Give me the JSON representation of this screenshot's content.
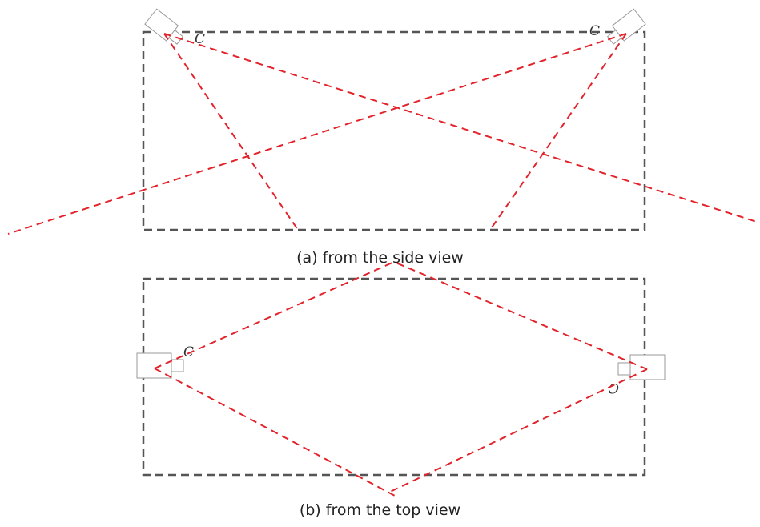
{
  "panels": {
    "side": {
      "caption": "(a) from the side view",
      "camera_label_left": "C",
      "camera_label_right": "C"
    },
    "top": {
      "caption": "(b) from the top view",
      "camera_label_left": "C",
      "camera_label_right": "C"
    }
  },
  "colors": {
    "room_outline": "#555555",
    "view_rays": "#e3232b",
    "camera_outline": "#9a9a9a",
    "caption_text": "#222222"
  }
}
